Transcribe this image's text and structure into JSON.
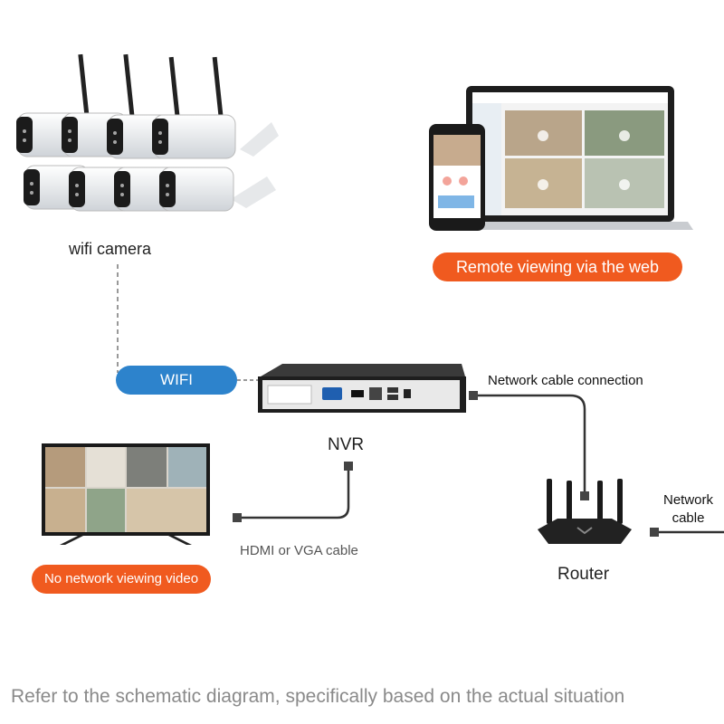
{
  "labels": {
    "wifi_camera": "wifi camera",
    "remote_viewing": "Remote viewing via the web",
    "wifi": "WIFI",
    "network_cable_connection": "Network cable connection",
    "nvr": "NVR",
    "network_cable_line1": "Network",
    "network_cable_line2": "cable",
    "router": "Router",
    "hdmi_vga": "HDMI or VGA cable",
    "no_network_viewing": "No network viewing video",
    "footer": "Refer to the schematic diagram, specifically based on the actual situation"
  },
  "colors": {
    "orange_pill": "#f05a1f",
    "blue_pill": "#2d83cc",
    "cable": "#333333",
    "dashed_line": "#999999",
    "footer_text": "#8a8a8a"
  },
  "icons": {
    "cameras": "wifi-bullet-camera",
    "laptop_phone": "laptop-and-phone",
    "nvr": "nvr-recorder",
    "router": "wifi-router",
    "tv": "tv-monitor"
  }
}
